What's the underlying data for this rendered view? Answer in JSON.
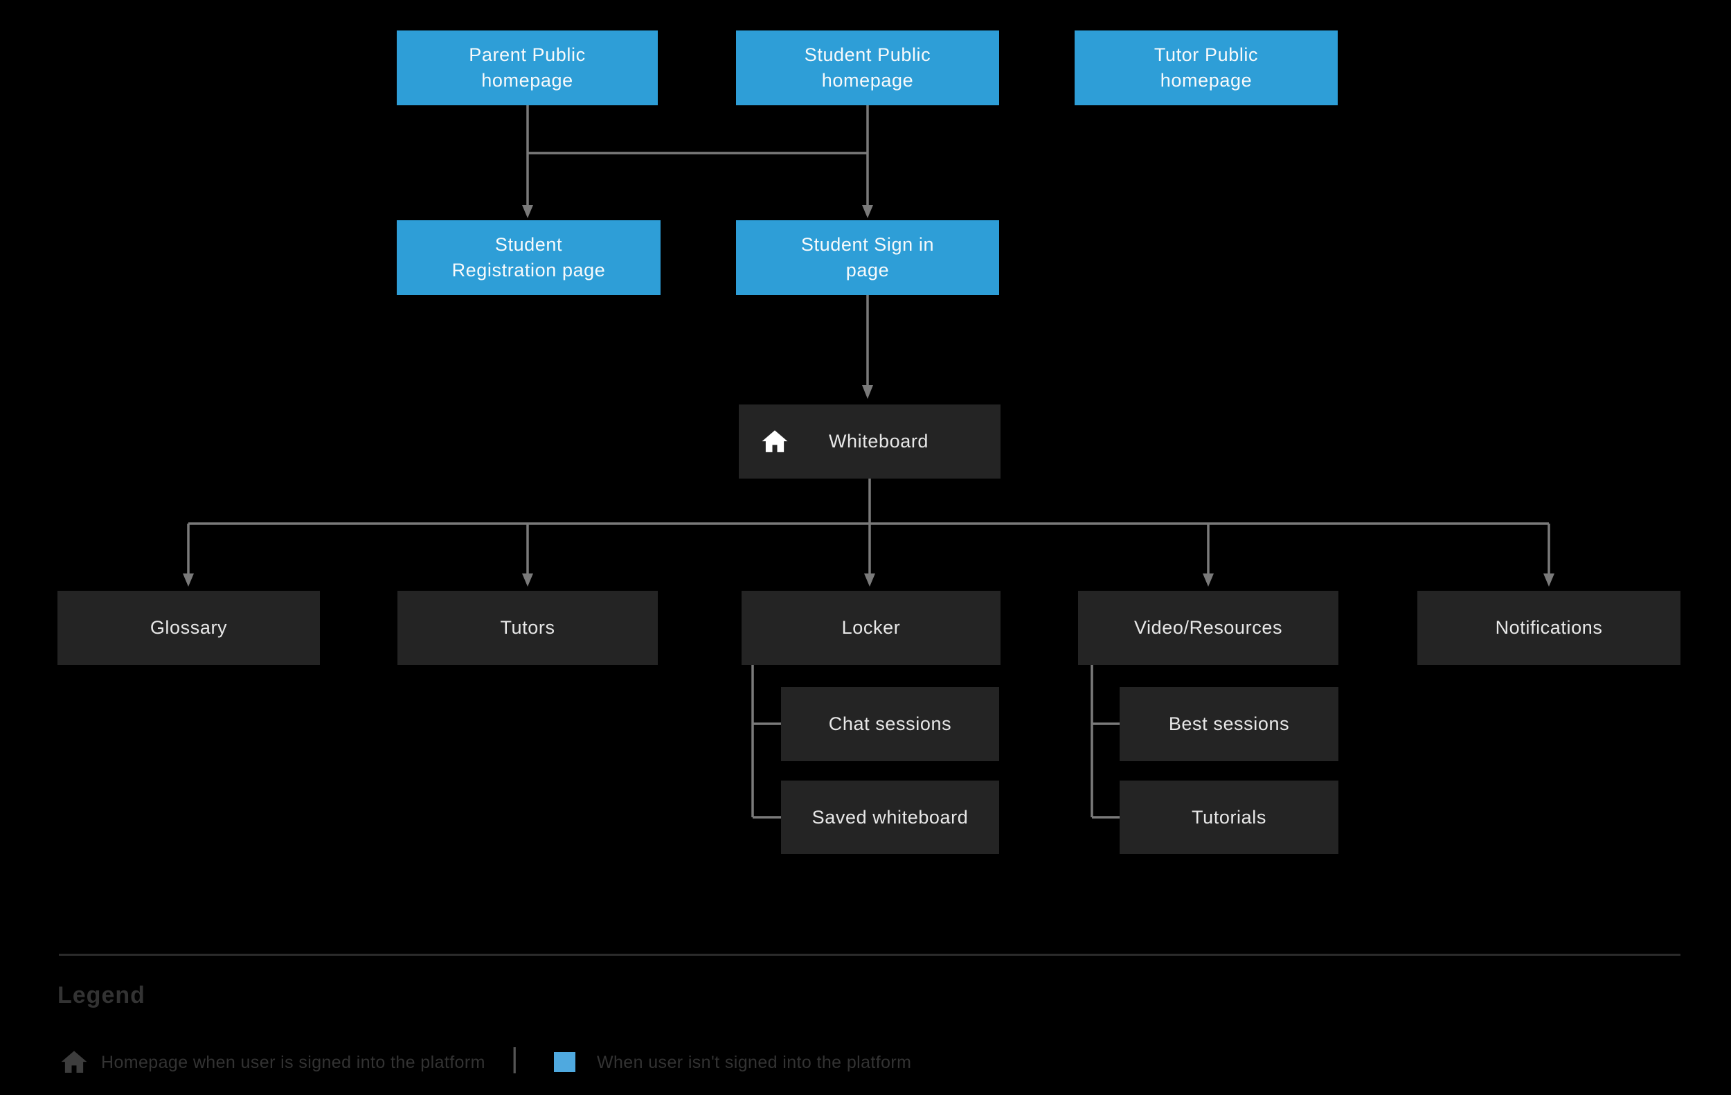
{
  "diagram": {
    "type": "sitemap-flowchart",
    "colors": {
      "background": "#000000",
      "public_page_box": "#2E9ED7",
      "signed_in_box": "#242424",
      "connector_gray": "#7A7A7A",
      "legend_swatch_blue": "#4FA9DF",
      "legend_text": "#333333"
    },
    "nodes": {
      "parent_public": {
        "label": "Parent Public\nhomepage",
        "type": "public"
      },
      "student_public": {
        "label": "Student Public\nhomepage",
        "type": "public"
      },
      "tutor_public": {
        "label": "Tutor Public\nhomepage",
        "type": "public"
      },
      "student_registration": {
        "label": "Student\nRegistration page",
        "type": "public"
      },
      "student_signin": {
        "label": "Student Sign in\npage",
        "type": "public"
      },
      "whiteboard": {
        "label": "Whiteboard",
        "type": "signed-in-home",
        "icon": "home-icon"
      },
      "glossary": {
        "label": "Glossary",
        "type": "signed-in"
      },
      "tutors": {
        "label": "Tutors",
        "type": "signed-in"
      },
      "locker": {
        "label": "Locker",
        "type": "signed-in"
      },
      "video_resources": {
        "label": "Video/Resources",
        "type": "signed-in"
      },
      "notifications": {
        "label": "Notifications",
        "type": "signed-in"
      },
      "chat_sessions": {
        "label": "Chat sessions",
        "type": "signed-in"
      },
      "saved_whiteboard": {
        "label": "Saved whiteboard",
        "type": "signed-in"
      },
      "best_sessions": {
        "label": "Best sessions",
        "type": "signed-in"
      },
      "tutorials": {
        "label": "Tutorials",
        "type": "signed-in"
      }
    },
    "edges": [
      "parent_public -> student_registration",
      "parent_public -> student_signin",
      "student_public -> student_registration",
      "student_public -> student_signin",
      "student_signin -> whiteboard",
      "whiteboard -> glossary",
      "whiteboard -> tutors",
      "whiteboard -> locker",
      "whiteboard -> video_resources",
      "whiteboard -> notifications",
      "locker -> chat_sessions",
      "locker -> saved_whiteboard",
      "video_resources -> best_sessions",
      "video_resources -> tutorials"
    ],
    "legend": {
      "title": "Legend",
      "separator": "|",
      "items": [
        {
          "icon": "home-icon",
          "label": "Homepage when user is signed into the platform"
        },
        {
          "icon": "blue-square-swatch",
          "label": "When user isn't signed into the platform"
        }
      ]
    }
  }
}
